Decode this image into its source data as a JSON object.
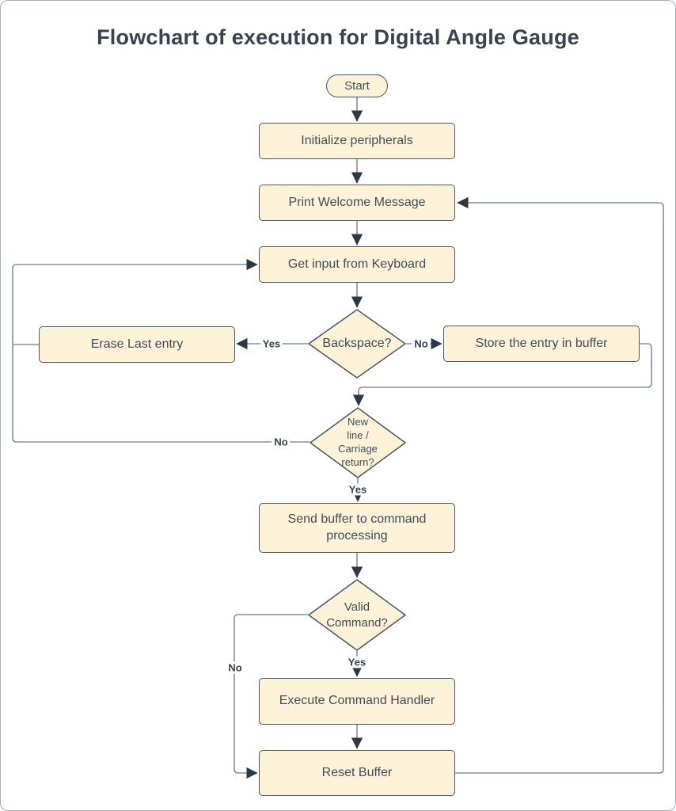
{
  "title": "Flowchart of execution for Digital Angle Gauge",
  "colors": {
    "shape_fill": "#fcf2d8",
    "shape_border": "#4b5661",
    "connector": "#858f97",
    "arrowhead": "#2b3845",
    "label_text": "#414b57",
    "title_text": "#39424e",
    "edge_label_text": "#323f4d",
    "page_border": "#abafb4"
  },
  "nodes": {
    "start": {
      "type": "terminator",
      "label": "Start"
    },
    "init": {
      "type": "process",
      "label": "Initialize peripherals"
    },
    "welcome": {
      "type": "process",
      "label": "Print Welcome Message"
    },
    "getinput": {
      "type": "process",
      "label": "Get input from Keyboard"
    },
    "backspace": {
      "type": "decision",
      "label": "Backspace?"
    },
    "erase": {
      "type": "process",
      "label": "Erase Last entry"
    },
    "store": {
      "type": "process",
      "label": "Store the entry in buffer"
    },
    "newline": {
      "type": "decision",
      "label": "New\nline /\nCarriage\nreturn?"
    },
    "sendbuffer": {
      "type": "process",
      "label": "Send buffer to command\nprocessing"
    },
    "valid": {
      "type": "decision",
      "label": "Valid\nCommand?"
    },
    "execute": {
      "type": "process",
      "label": "Execute Command Handler"
    },
    "reset": {
      "type": "process",
      "label": "Reset Buffer"
    }
  },
  "edges": {
    "backspace_yes": {
      "label": "Yes"
    },
    "backspace_no": {
      "label": "No"
    },
    "newline_no": {
      "label": "No"
    },
    "newline_yes": {
      "label": "Yes"
    },
    "valid_yes": {
      "label": "Yes"
    },
    "valid_no": {
      "label": "No"
    }
  }
}
